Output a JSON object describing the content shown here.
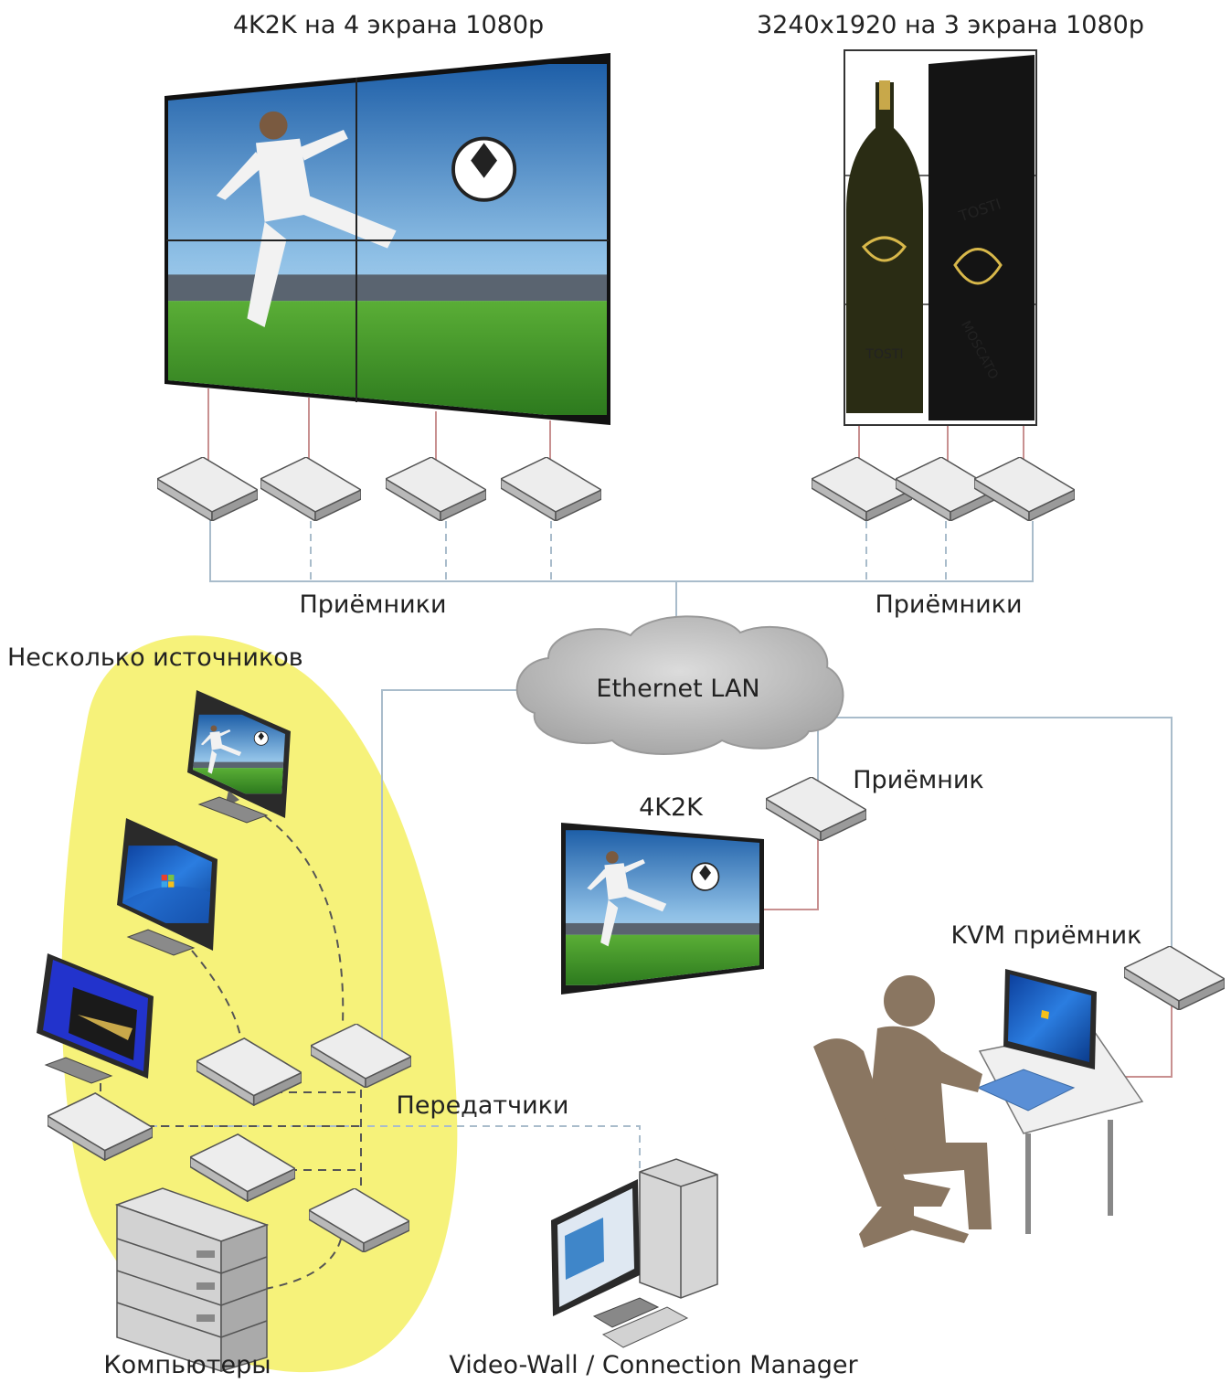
{
  "labels": {
    "wall_4k_title": "4K2K на 4 экрана 1080р",
    "wall_3_title": "3240x1920 на 3 экрана 1080р",
    "receivers_left": "Приёмники",
    "receivers_right": "Приёмники",
    "ethernet": "Ethernet LAN",
    "sources": "Несколько источников",
    "receiver_single": "Приёмник",
    "display_4k": "4K2K",
    "kvm_receiver": "KVM приёмник",
    "transmitters": "Передатчики",
    "computers": "Компьютеры",
    "manager": "Video-Wall / Connection Manager"
  },
  "product_text": {
    "bottle_brand": "TOSTI",
    "box_brand": "TOSTI",
    "box_product": "MOSCATO"
  },
  "colors": {
    "sources_highlight": "#f6f27a",
    "cloud": "#b4b4b4",
    "line_blue": "#a9bccb",
    "line_red": "#c89090",
    "device": "#d9d9d9",
    "silhouette": "#8a7661",
    "grass": "#3f8f2a",
    "sky": "#3f86c9",
    "windows_blue": "#1a63c8"
  }
}
